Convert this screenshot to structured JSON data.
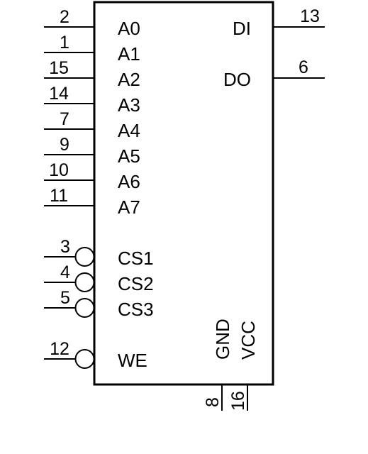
{
  "chip": {
    "left_pins": [
      {
        "number": "2",
        "label": "A0",
        "inverted": false
      },
      {
        "number": "1",
        "label": "A1",
        "inverted": false
      },
      {
        "number": "15",
        "label": "A2",
        "inverted": false
      },
      {
        "number": "14",
        "label": "A3",
        "inverted": false
      },
      {
        "number": "7",
        "label": "A4",
        "inverted": false
      },
      {
        "number": "9",
        "label": "A5",
        "inverted": false
      },
      {
        "number": "10",
        "label": "A6",
        "inverted": false
      },
      {
        "number": "11",
        "label": "A7",
        "inverted": false
      },
      {
        "number": "3",
        "label": "CS1",
        "inverted": true
      },
      {
        "number": "4",
        "label": "CS2",
        "inverted": true
      },
      {
        "number": "5",
        "label": "CS3",
        "inverted": true
      },
      {
        "number": "12",
        "label": "WE",
        "inverted": true
      }
    ],
    "right_pins": [
      {
        "number": "13",
        "label": "DI"
      },
      {
        "number": "6",
        "label": "DO"
      }
    ],
    "bottom_pins": [
      {
        "number": "8",
        "label": "GND"
      },
      {
        "number": "16",
        "label": "VCC"
      }
    ]
  }
}
